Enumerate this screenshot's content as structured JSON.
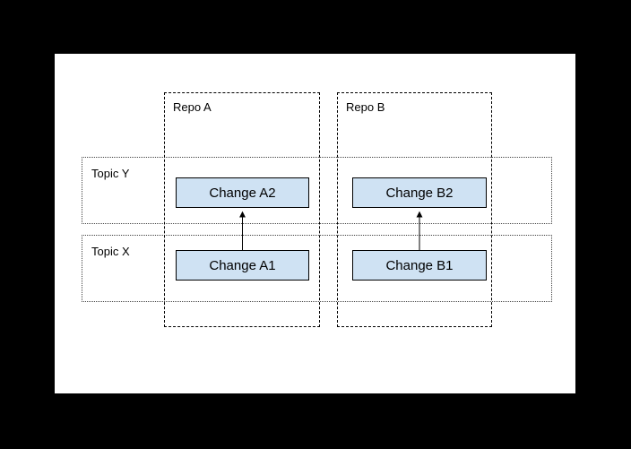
{
  "diagram": {
    "repos": [
      {
        "label": "Repo A"
      },
      {
        "label": "Repo B"
      }
    ],
    "topics": [
      {
        "label": "Topic Y"
      },
      {
        "label": "Topic X"
      }
    ],
    "changes": [
      {
        "label": "Change A2"
      },
      {
        "label": "Change B2"
      },
      {
        "label": "Change A1"
      },
      {
        "label": "Change B1"
      }
    ],
    "arrows": [
      {
        "from": "Change A1",
        "to": "Change A2"
      },
      {
        "from": "Change B1",
        "to": "Change B2"
      }
    ],
    "colors": {
      "change_box_fill": "#cfe2f3",
      "change_box_border": "#000000",
      "repo_border": "#000000",
      "topic_border": "#444444",
      "canvas_background": "#ffffff",
      "page_background": "#000000",
      "text": "#000000"
    }
  }
}
